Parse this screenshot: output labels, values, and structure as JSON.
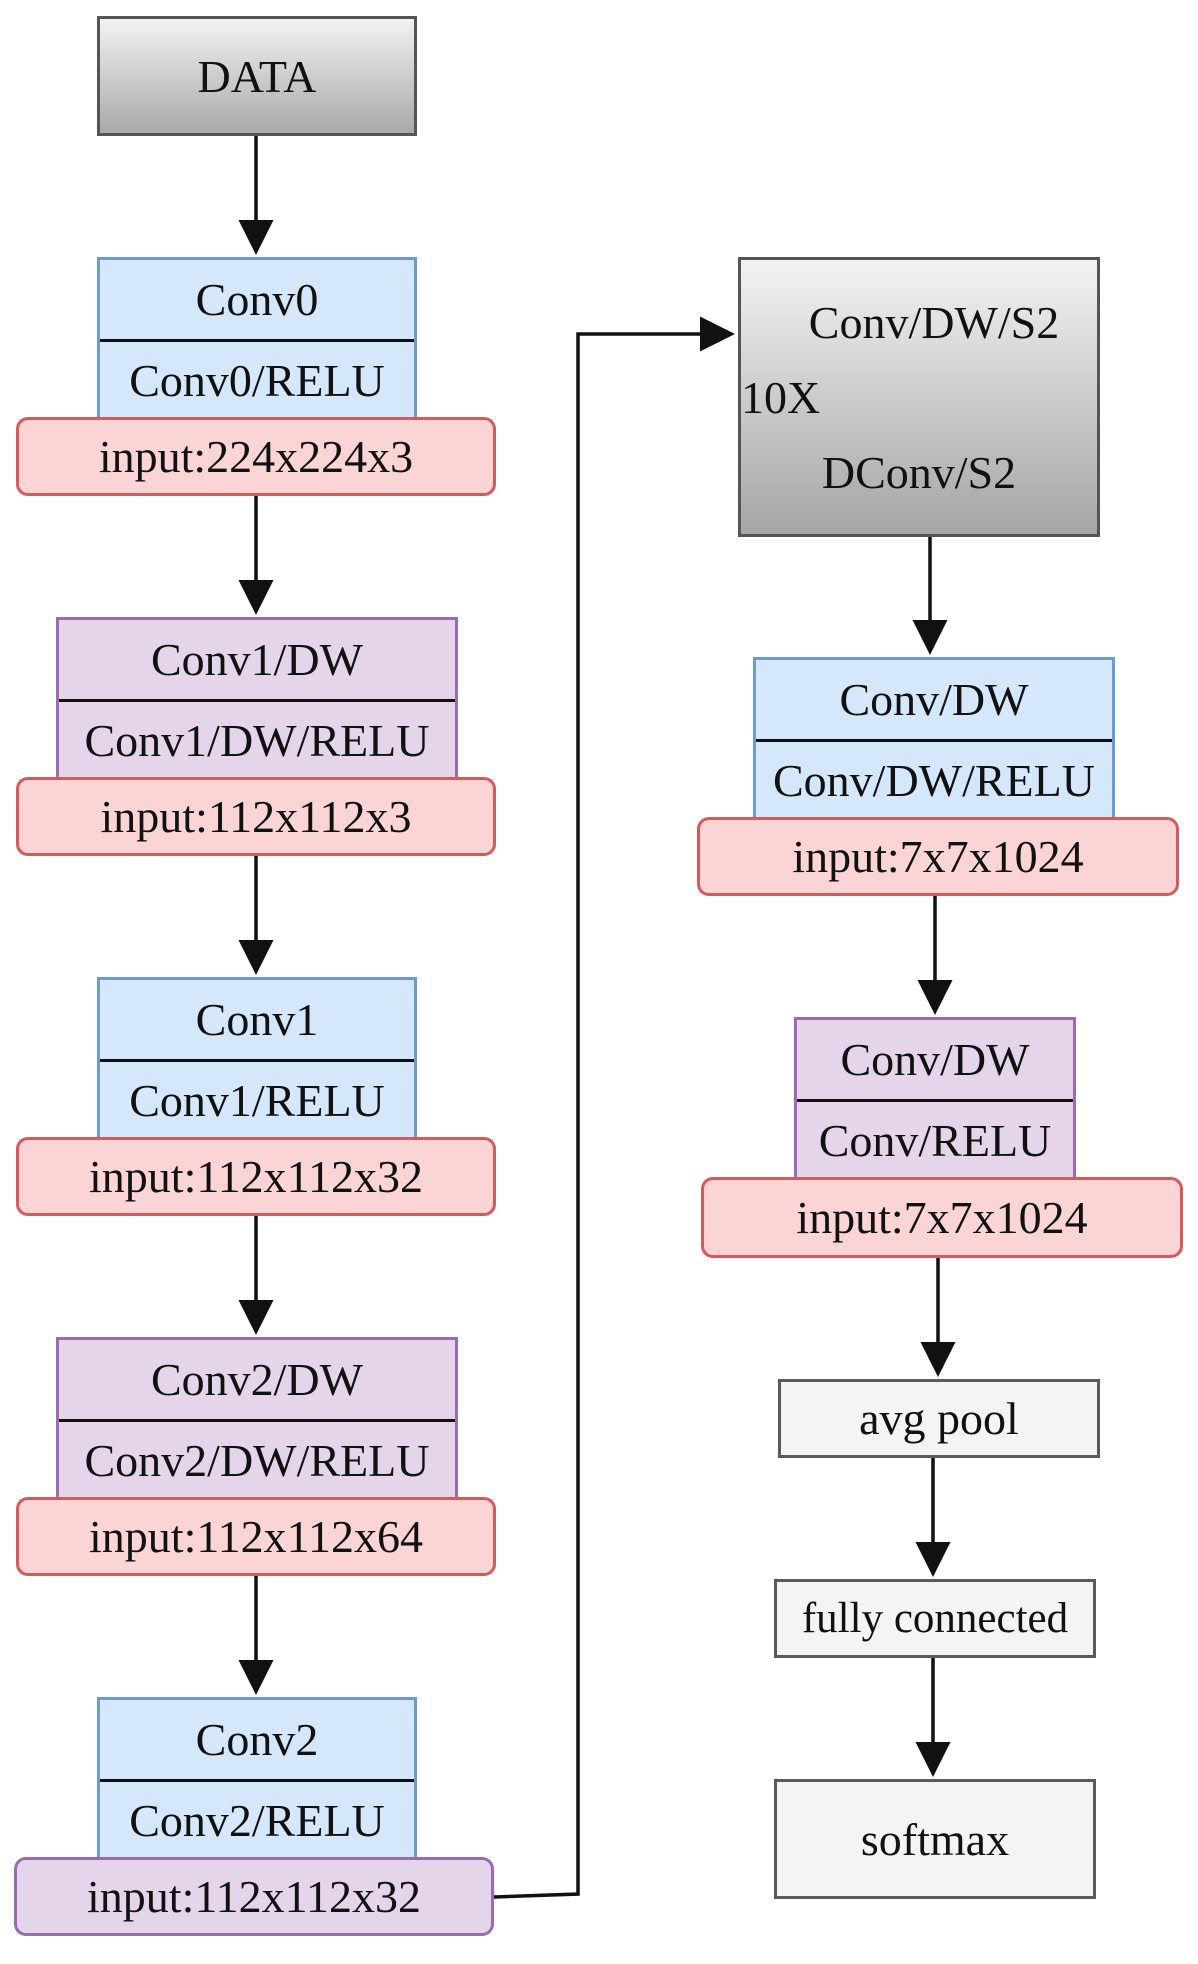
{
  "nodes": {
    "data": "DATA",
    "conv0": {
      "top": "Conv0",
      "bottom": "Conv0/RELU",
      "input": "input:224x224x3"
    },
    "conv1dw": {
      "top": "Conv1/DW",
      "bottom": "Conv1/DW/RELU",
      "input": "input:112x112x3"
    },
    "conv1": {
      "top": "Conv1",
      "bottom": "Conv1/RELU",
      "input": "input:112x112x32"
    },
    "conv2dw": {
      "top": "Conv2/DW",
      "bottom": "Conv2/DW/RELU",
      "input": "input:112x112x64"
    },
    "conv2": {
      "top": "Conv2",
      "bottom": "Conv2/RELU",
      "input": "input:112x112x32"
    },
    "repeat": {
      "line1": "Conv/DW/S2",
      "line2": "10X",
      "line3": "DConv/S2"
    },
    "convdw_a": {
      "top": "Conv/DW",
      "bottom": "Conv/DW/RELU",
      "input": "input:7x7x1024"
    },
    "convdw_b": {
      "top": "Conv/DW",
      "bottom": "Conv/RELU",
      "input": "input:7x7x1024"
    },
    "avgpool": "avg pool",
    "fc": "fully connected",
    "softmax": "softmax"
  },
  "colors": {
    "blue_fill": "#d5e8fb",
    "purple_fill": "#e5d5ea",
    "pink_fill": "#fbd5d5",
    "gray_fill": "#a9a9a9"
  }
}
